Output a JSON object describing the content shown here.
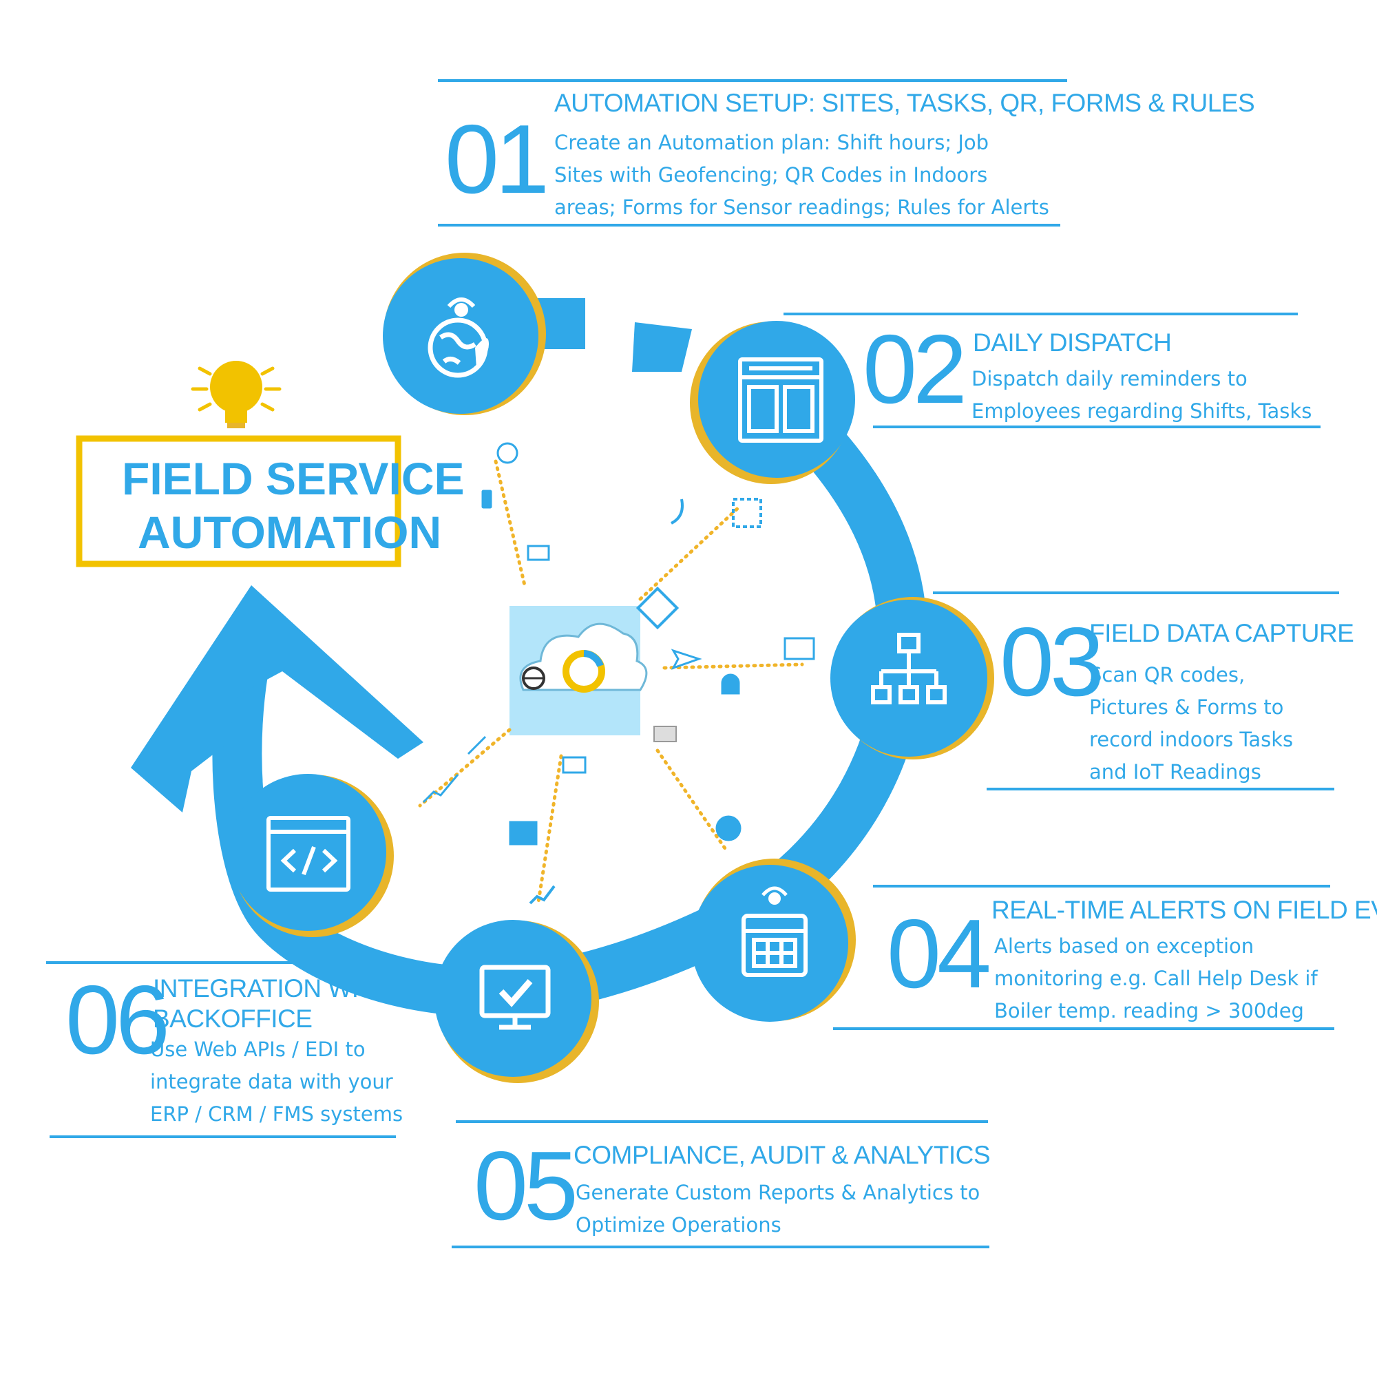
{
  "headline": {
    "line1": "FIELD SERVICE",
    "line2": "AUTOMATION"
  },
  "steps": [
    {
      "number": "01",
      "title": "AUTOMATION SETUP: SITES, TASKS, QR, FORMS & RULES",
      "lines": [
        "Create an Automation plan:  Shift hours; Job",
        "Sites with Geofencing; QR Codes in Indoors",
        "areas; Forms for Sensor readings; Rules for Alerts"
      ],
      "icon": "globe-worker-location-icon"
    },
    {
      "number": "02",
      "title": "DAILY DISPATCH",
      "lines": [
        "Dispatch daily reminders to",
        "Employees regarding Shifts, Tasks"
      ],
      "icon": "browser-layout-icon"
    },
    {
      "number": "03",
      "title": "FIELD DATA CAPTURE",
      "lines": [
        "Scan QR codes,",
        "Pictures  & Forms to",
        "record indoors Tasks",
        "and IoT Readings"
      ],
      "icon": "hierarchy-icon"
    },
    {
      "number": "04",
      "title": "REAL-TIME ALERTS ON FIELD EVENTS",
      "lines": [
        "Alerts based on exception",
        "monitoring e.g. Call Help Desk if",
        "Boiler temp. reading > 300deg"
      ],
      "icon": "calendar-worker-icon"
    },
    {
      "number": "05",
      "title": "COMPLIANCE, AUDIT & ANALYTICS",
      "lines": [
        "Generate Custom Reports & Analytics to",
        "Optimize Operations"
      ],
      "icon": "monitor-check-icon"
    },
    {
      "number": "06",
      "title_lines": [
        "INTEGRATION WITH",
        "BACKOFFICE"
      ],
      "lines": [
        "Use Web APIs / EDI to",
        "integrate data with your",
        "ERP / CRM / FMS systems"
      ],
      "icon": "code-window-icon"
    }
  ],
  "colors": {
    "blue": "#30a8e8",
    "gold": "#f2c200",
    "ring_edge": "#e8b52a",
    "dots": "#f0b429",
    "logo_bg": "#b3e5fa"
  }
}
